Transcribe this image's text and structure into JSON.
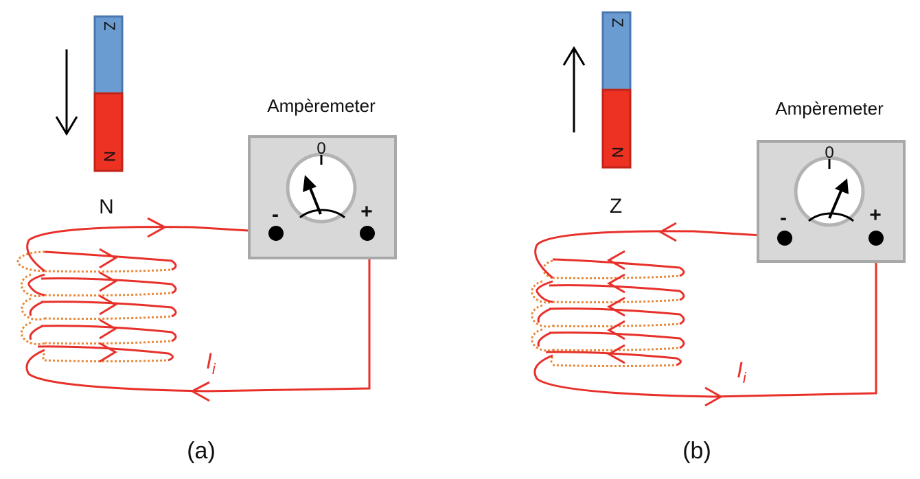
{
  "colors": {
    "wire": "#e8302a",
    "back_wire": "#e8883a",
    "north_pole": "#ed3224",
    "south_pole": "#6a9bd1",
    "meter_box": "#d8d8d8",
    "meter_border": "#a8a8a8",
    "terminal": "#000000"
  },
  "panel_a": {
    "magnet_top_letter": "Z",
    "magnet_bottom_letter": "N",
    "pole_label": "N",
    "motion_arrow": "arrow-down",
    "meter_title": "Ampèremeter",
    "meter_zero": "0",
    "terminal_minus": "-",
    "terminal_plus": "+",
    "needle_direction": "left",
    "current_label": "I",
    "current_subscript": "i",
    "caption": "(a)"
  },
  "panel_b": {
    "magnet_top_letter": "Z",
    "magnet_bottom_letter": "N",
    "pole_label": "Z",
    "motion_arrow": "arrow-up",
    "meter_title": "Ampèremeter",
    "meter_zero": "0",
    "terminal_minus": "-",
    "terminal_plus": "+",
    "needle_direction": "right",
    "current_label": "I",
    "current_subscript": "i",
    "caption": "(b)"
  }
}
